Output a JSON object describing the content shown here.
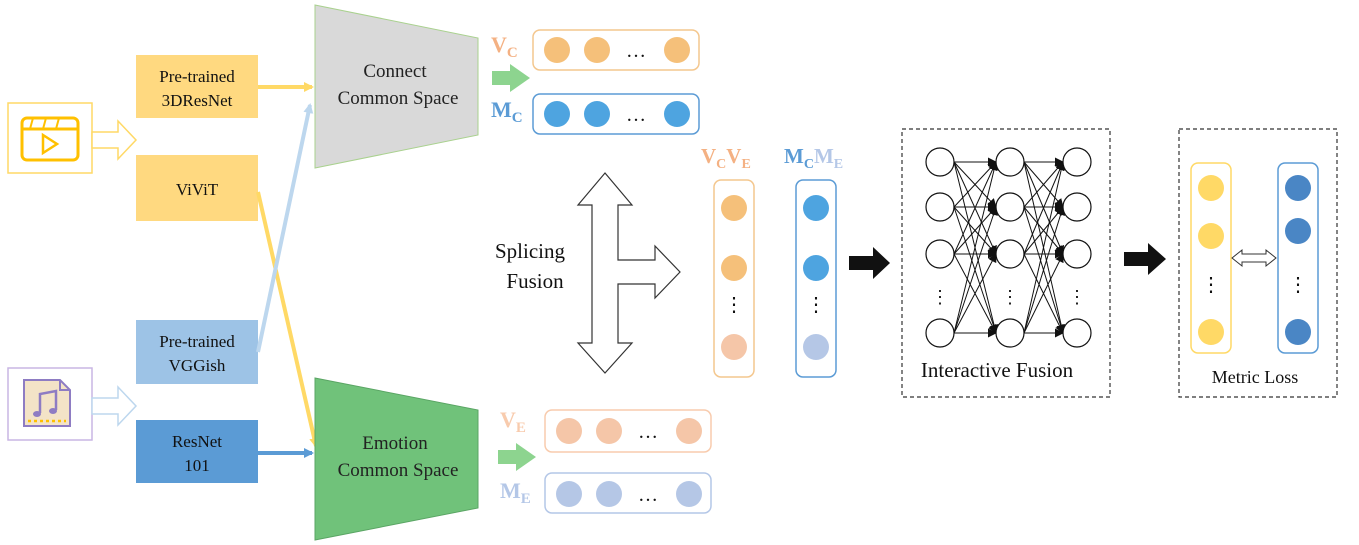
{
  "encoders": {
    "resnet3d": [
      "Pre-trained",
      "3DResNet"
    ],
    "vivit": [
      "ViViT"
    ],
    "vggish": [
      "Pre-trained",
      "VGGish"
    ],
    "resnet101": [
      "ResNet",
      "101"
    ]
  },
  "spaces": {
    "connect": [
      "Connect",
      "Common Space"
    ],
    "emotion": [
      "Emotion",
      "Common Space"
    ]
  },
  "vectors": {
    "vc": {
      "main": "V",
      "sub": "C"
    },
    "mc": {
      "main": "M",
      "sub": "C"
    },
    "ve": {
      "main": "V",
      "sub": "E"
    },
    "me": {
      "main": "M",
      "sub": "E"
    },
    "vcve": "VCVE",
    "mcme": "MCME"
  },
  "ellipsis": "…",
  "vertical_dots": "⋮",
  "labels": {
    "splicing": [
      "Splicing",
      "Fusion"
    ],
    "interactive": "Interactive Fusion",
    "metric": "Metric Loss"
  },
  "icons": {
    "video": "video-file-icon",
    "audio": "music-file-icon"
  },
  "colors": {
    "orange_fill": "#f5c07a",
    "orange_stroke": "#f4c78e",
    "light_orange_fill": "#f5c6a8",
    "blue_fill": "#4ea4e0",
    "light_blue_fill": "#b5c7e6",
    "yellow_box": "#ffd980",
    "light_blue_box": "#9dc3e6",
    "mid_blue_box": "#5b9bd5",
    "green": "#70c27a",
    "gray": "#d9d9d9"
  }
}
